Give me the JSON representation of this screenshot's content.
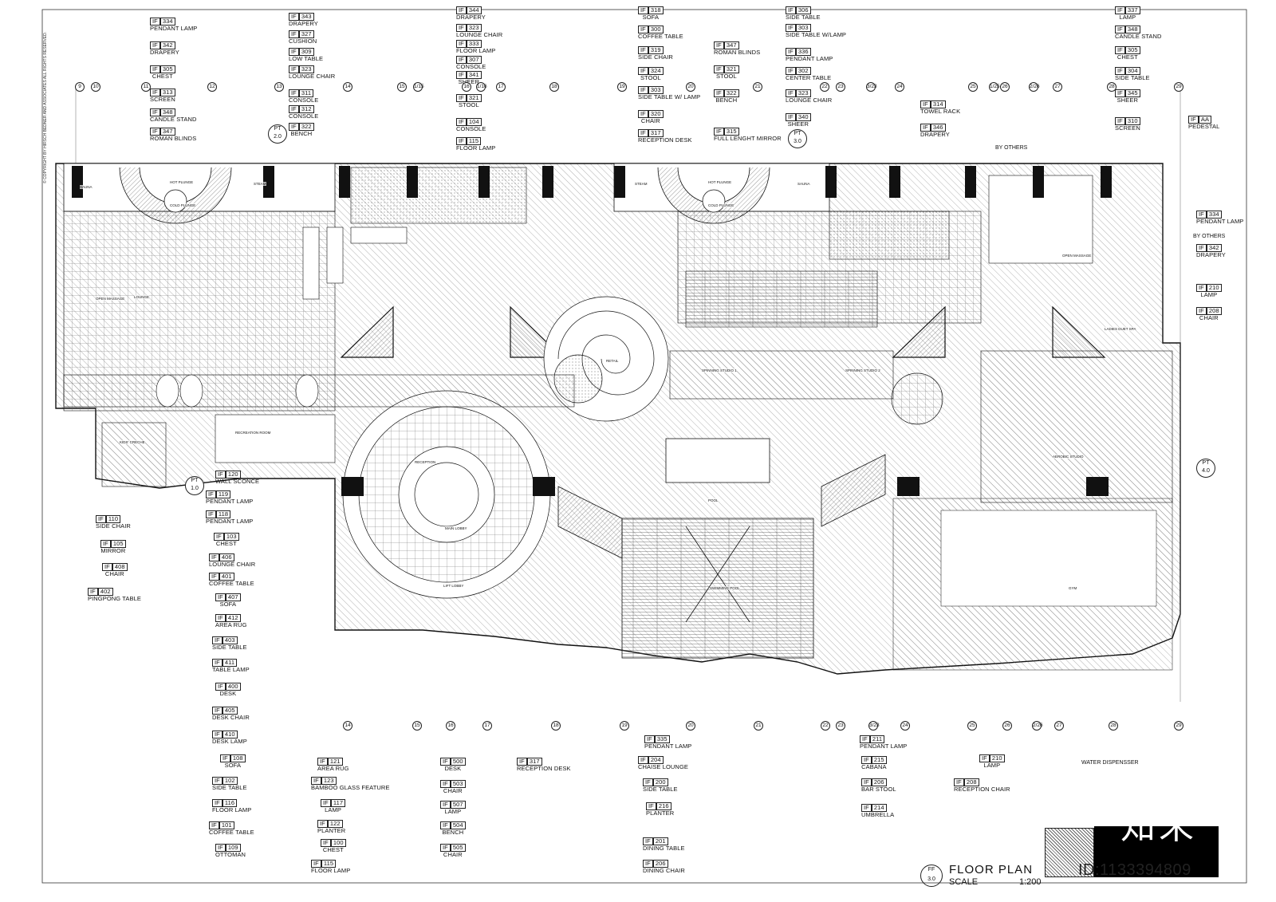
{
  "drawing": {
    "title": "FLOOR PLAN",
    "scale_label": "SCALE",
    "scale_value": "1:200",
    "sheet_code_top": "FF",
    "sheet_code_bottom": "3.0",
    "watermark_id": "ID:1133394809",
    "watermark_logo": "知末",
    "copyright": "© COPYRIGHT BY HIRSCH BEDNER AND ASSOCIATES ALL RIGHTS RESERVED.",
    "by_others_1": "BY OTHERS",
    "by_others_2": "BY OTHERS",
    "water_dispenser": "WATER DISPENSSER"
  },
  "tags_top": [
    {
      "code": "334",
      "label": "PENDANT LAMP"
    },
    {
      "code": "342",
      "label": "DRAPERY"
    },
    {
      "code": "305",
      "label": "CHEST"
    },
    {
      "code": "313",
      "label": "SCREEN"
    },
    {
      "code": "348",
      "label": "CANDLE STAND"
    },
    {
      "code": "347",
      "label": "ROMAN BLINDS"
    },
    {
      "code": "343",
      "label": "DRAPERY"
    },
    {
      "code": "327",
      "label": "CUSHION"
    },
    {
      "code": "309",
      "label": "LOW TABLE"
    },
    {
      "code": "323",
      "label": "LOUNGE CHAIR"
    },
    {
      "code": "311",
      "label": "CONSOLE"
    },
    {
      "code": "312",
      "label": "CONSOLE"
    },
    {
      "code": "322",
      "label": "BENCH"
    },
    {
      "code": "344",
      "label": "DRAPERY"
    },
    {
      "code": "323",
      "label": "LOUNGE CHAIR"
    },
    {
      "code": "333",
      "label": "FLOOR LAMP"
    },
    {
      "code": "307",
      "label": "CONSOLE"
    },
    {
      "code": "341",
      "label": "SHEER"
    },
    {
      "code": "321",
      "label": "STOOL"
    },
    {
      "code": "104",
      "label": "CONSOLE"
    },
    {
      "code": "115",
      "label": "FLOOR LAMP"
    },
    {
      "code": "318",
      "label": "SOFA"
    },
    {
      "code": "300",
      "label": "COFFEE TABLE"
    },
    {
      "code": "319",
      "label": "SIDE CHAIR"
    },
    {
      "code": "324",
      "label": "STOOL"
    },
    {
      "code": "303",
      "label": "SIDE TABLE W/ LAMP"
    },
    {
      "code": "320",
      "label": "CHAIR"
    },
    {
      "code": "317",
      "label": "RECEPTION DESK"
    },
    {
      "code": "347",
      "label": "ROMAN BLINDS"
    },
    {
      "code": "321",
      "label": "STOOL"
    },
    {
      "code": "322",
      "label": "BENCH"
    },
    {
      "code": "315",
      "label": "FULL LENGHT MIRROR"
    },
    {
      "code": "306",
      "label": "SIDE TABLE"
    },
    {
      "code": "303",
      "label": "SIDE TABLE W/LAMP"
    },
    {
      "code": "336",
      "label": "PENDANT LAMP"
    },
    {
      "code": "302",
      "label": "CENTER TABLE"
    },
    {
      "code": "323",
      "label": "LOUNGE CHAIR"
    },
    {
      "code": "340",
      "label": "SHEER"
    },
    {
      "code": "314",
      "label": "TOWEL RACK"
    },
    {
      "code": "346",
      "label": "DRAPERY"
    },
    {
      "code": "337",
      "label": "LAMP"
    },
    {
      "code": "348",
      "label": "CANDLE STAND"
    },
    {
      "code": "305",
      "label": "CHEST"
    },
    {
      "code": "304",
      "label": "SIDE TABLE"
    },
    {
      "code": "345",
      "label": "SHEER"
    },
    {
      "code": "310",
      "label": "SCREEN"
    },
    {
      "code": "AA",
      "label": "PEDESTAL"
    }
  ],
  "tags_right": [
    {
      "code": "334",
      "label": "PENDANT LAMP"
    },
    {
      "code": "342",
      "label": "DRAPERY"
    },
    {
      "code": "210",
      "label": "LAMP"
    },
    {
      "code": "208",
      "label": "CHAIR"
    }
  ],
  "tags_left": [
    {
      "code": "120",
      "label": "WALL SCONCE"
    },
    {
      "code": "119",
      "label": "PENDANT LAMP"
    },
    {
      "code": "118",
      "label": "PENDANT LAMP"
    },
    {
      "code": "103",
      "label": "CHEST"
    },
    {
      "code": "406",
      "label": "LOUNGE CHAIR"
    },
    {
      "code": "401",
      "label": "COFFEE TABLE"
    },
    {
      "code": "407",
      "label": "SOFA"
    },
    {
      "code": "412",
      "label": "AREA RUG"
    },
    {
      "code": "403",
      "label": "SIDE TABLE"
    },
    {
      "code": "411",
      "label": "TABLE LAMP"
    },
    {
      "code": "400",
      "label": "DESK"
    },
    {
      "code": "405",
      "label": "DESK CHAIR"
    },
    {
      "code": "410",
      "label": "DESK LAMP"
    },
    {
      "code": "108",
      "label": "SOFA"
    },
    {
      "code": "102",
      "label": "SIDE TABLE"
    },
    {
      "code": "116",
      "label": "FLOOR LAMP"
    },
    {
      "code": "101",
      "label": "COFFEE TABLE"
    },
    {
      "code": "109",
      "label": "OTTOMAN"
    },
    {
      "code": "110",
      "label": "SIDE CHAIR"
    },
    {
      "code": "105",
      "label": "MIRROR"
    },
    {
      "code": "408",
      "label": "CHAIR"
    },
    {
      "code": "402",
      "label": "PINGPONG TABLE"
    }
  ],
  "tags_bottom": [
    {
      "code": "121",
      "label": "AREA RUG"
    },
    {
      "code": "123",
      "label": "BAMBOO GLASS FEATURE"
    },
    {
      "code": "117",
      "label": "LAMP"
    },
    {
      "code": "122",
      "label": "PLANTER"
    },
    {
      "code": "100",
      "label": "CHEST"
    },
    {
      "code": "115",
      "label": "FLOOR LAMP"
    },
    {
      "code": "500",
      "label": "DESK"
    },
    {
      "code": "503",
      "label": "CHAIR"
    },
    {
      "code": "507",
      "label": "LAMP"
    },
    {
      "code": "504",
      "label": "BENCH"
    },
    {
      "code": "505",
      "label": "CHAIR"
    },
    {
      "code": "317",
      "label": "RECEPTION DESK"
    },
    {
      "code": "335",
      "label": "PENDANT LAMP"
    },
    {
      "code": "204",
      "label": "CHAISE LOUNGE"
    },
    {
      "code": "200",
      "label": "SIDE TABLE"
    },
    {
      "code": "216",
      "label": "PLANTER"
    },
    {
      "code": "201",
      "label": "DINING TABLE"
    },
    {
      "code": "206",
      "label": "DINING CHAIR"
    },
    {
      "code": "211",
      "label": "PENDANT LAMP"
    },
    {
      "code": "215",
      "label": "CABANA"
    },
    {
      "code": "206",
      "label": "BAR STOOL"
    },
    {
      "code": "214",
      "label": "UMBRELLA"
    },
    {
      "code": "210",
      "label": "LAMP"
    },
    {
      "code": "208",
      "label": "RECEPTION CHAIR"
    }
  ],
  "tag_prefix": "IF",
  "grid_top": [
    "9",
    "10",
    "11",
    "12",
    "13",
    "14",
    "15",
    "1/15",
    "16",
    "1/16",
    "17",
    "18",
    "19",
    "20",
    "21",
    "22",
    "23",
    "3/23",
    "24",
    "25",
    "1/25",
    "26",
    "2/26",
    "27",
    "28",
    "29"
  ],
  "grid_bottom": [
    "14",
    "15",
    "16",
    "17",
    "18",
    "19",
    "20",
    "21",
    "22",
    "23",
    "3/23",
    "24",
    "25",
    "26",
    "2/26",
    "27",
    "28",
    "29"
  ],
  "pt_markers": [
    {
      "top": "PT",
      "bottom": "2.0"
    },
    {
      "top": "PT",
      "bottom": "3.0"
    },
    {
      "top": "PT",
      "bottom": "1.0"
    },
    {
      "top": "PT",
      "bottom": "4.0"
    }
  ],
  "room_labels": [
    "SAUNA",
    "HOT PLUNGE",
    "COLD PLUNGE",
    "STEAM",
    "STEAM",
    "HOT PLUNGE",
    "COLD PLUNGE",
    "SAUNA",
    "LOUNGE",
    "OPEN MASSAGE",
    "OPEN MASSAGE",
    "RETAIL",
    "SPINNING STUDIO 1",
    "SPINNING STUDIO 2",
    "MAIN LOBBY",
    "LIFT LOBBY",
    "POOL",
    "SWIMMING POOL",
    "GYM",
    "AEROBIC STUDIO",
    "KIDS' CRECHE",
    "RECREATION ROOM",
    "RECEPTION",
    "LADIES DUET SPA"
  ]
}
